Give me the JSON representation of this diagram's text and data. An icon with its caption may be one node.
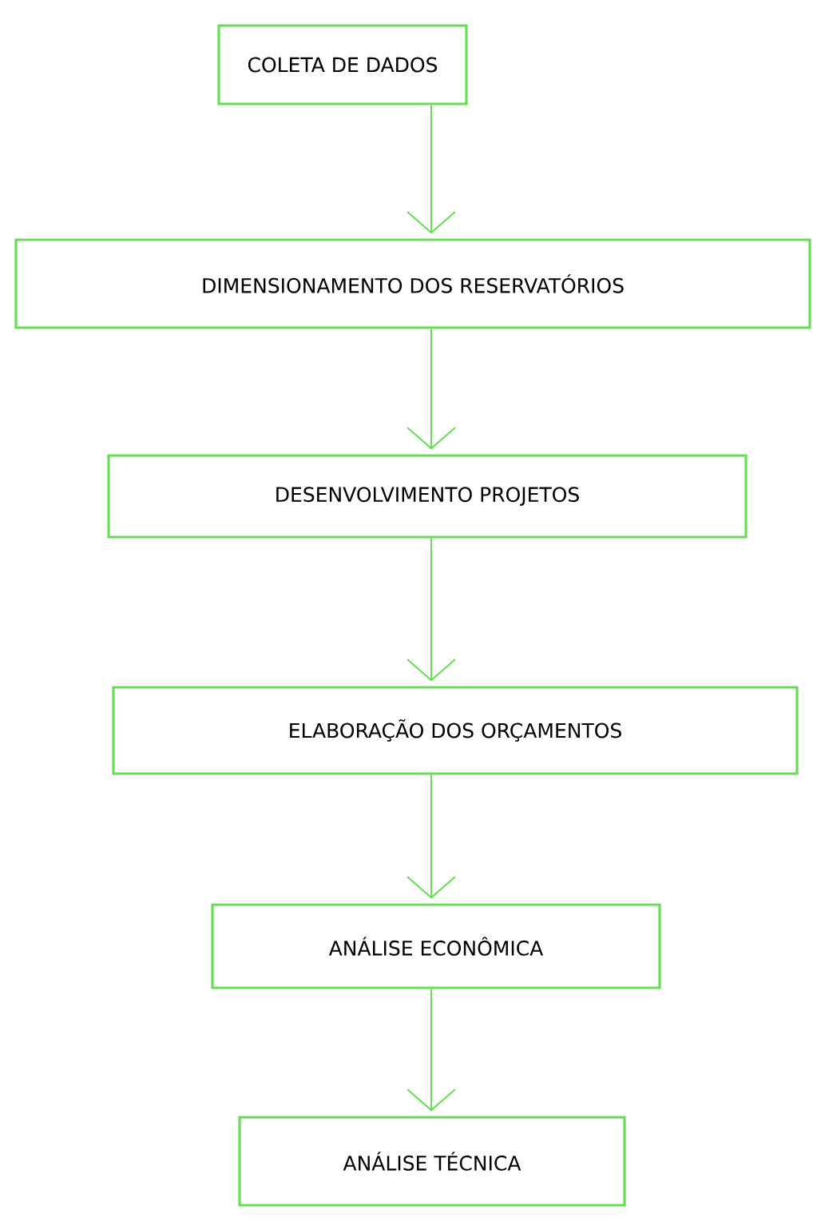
{
  "diagram": {
    "nodes": [
      {
        "text": [
          "COLETA DE DADOS"
        ]
      },
      {
        "text": [
          "DIMENSIONAMENTO DOS RESERVATÓRIOS"
        ]
      },
      {
        "text": [
          "DESENVOLVIMENTO PROJETOS"
        ]
      },
      {
        "text": [
          "ELABORAÇÃO DOS ORÇAMENTOS"
        ]
      },
      {
        "text": [
          "ANÁLISE ECONÔMICA"
        ]
      },
      {
        "text": [
          "ANÁLISE TÉCNICA"
        ]
      }
    ],
    "edges": [
      {
        "from": 0,
        "to": 1,
        "arrow": "to"
      },
      {
        "from": 1,
        "to": 2,
        "arrow": "to"
      },
      {
        "from": 2,
        "to": 3,
        "arrow": "to"
      },
      {
        "from": 3,
        "to": 4,
        "arrow": "to"
      },
      {
        "from": 4,
        "to": 5,
        "arrow": "to"
      }
    ]
  }
}
